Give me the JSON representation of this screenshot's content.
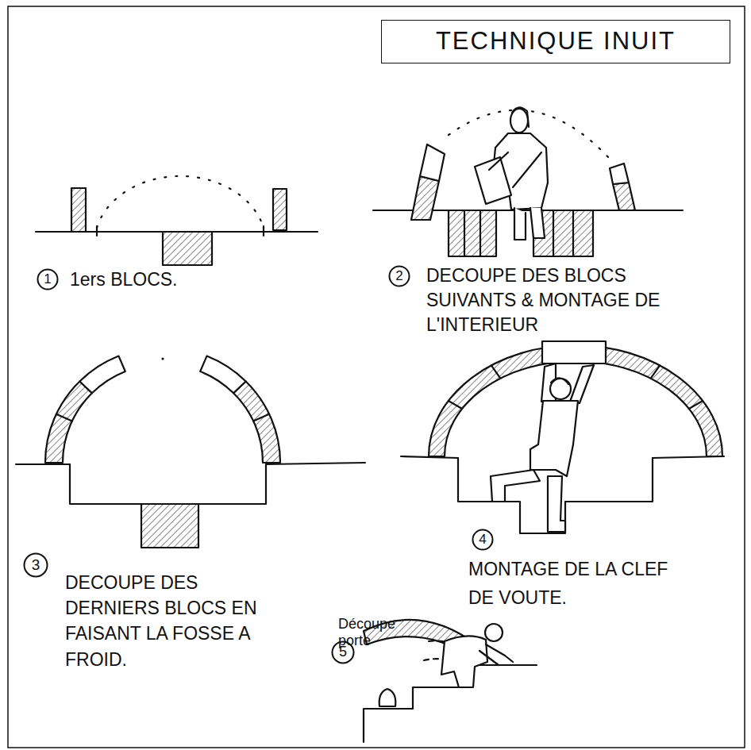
{
  "diagram": {
    "nodes": [
      {
        "text": [
          "TECHNIQUE INUIT"
        ]
      },
      {
        "text": [
          "1"
        ]
      },
      {
        "text": [
          "2"
        ]
      },
      {
        "text": [
          "3"
        ]
      },
      {
        "text": [
          "4"
        ]
      },
      {
        "text": [
          "5"
        ]
      }
    ],
    "labels": [
      "1ers BLOCS.",
      "DECOUPE DES BLOCS SUIVANTS & MONTAGE DE L'INTERIEUR",
      "DECOUPE DES DERNIERS BLOCS EN FAISANT LA FOSSE A FROID.",
      "MONTAGE DE LA CLEF DE VOUTE.",
      "Découpe porte"
    ]
  }
}
